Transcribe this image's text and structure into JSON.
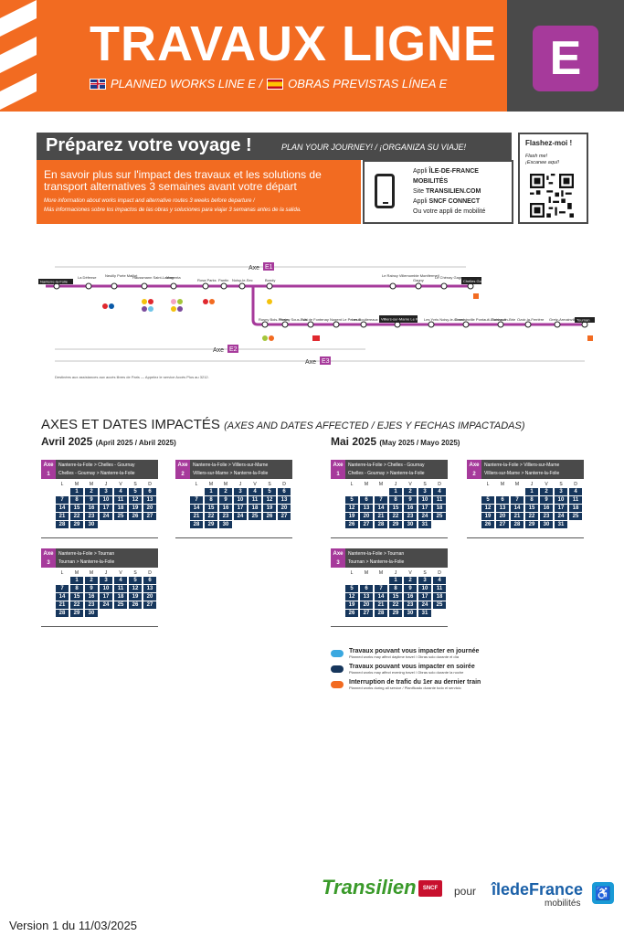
{
  "header": {
    "title": "TRAVAUX LIGNE",
    "line_letter": "E",
    "subtitle_en": "PLANNED WORKS LINE E /",
    "subtitle_es": "OBRAS PREVISTAS LÍNEA E",
    "accent": "#f26b21",
    "line_color": "#a63a9b"
  },
  "prepare": {
    "title": "Préparez votre voyage !",
    "subtitle": "PLAN YOUR JOURNEY! / ¡ORGANIZA SU VIAJE!",
    "text": "En savoir plus sur l'impact des travaux et les solutions de transport alternatives 3 semaines avant votre départ",
    "small_en": "More information about works impact and alternative routes 3 weeks before departure /",
    "small_es": "Más informaciones sobre los impactos de las obras y soluciones para viajar 3 semanas antes de la salida.",
    "apps": [
      {
        "prefix": "Appli",
        "name": "ÎLE-DE-FRANCE MOBILITÉS"
      },
      {
        "prefix": "Site",
        "name": "TRANSILIEN.COM"
      },
      {
        "prefix": "Appli",
        "name": "SNCF CONNECT"
      },
      {
        "prefix": "Ou votre appli de mobilité",
        "name": ""
      }
    ],
    "qr_title": "Flashez-moi !",
    "qr_sub1": "Flash me!",
    "qr_sub2": "¡Escanee aquí!"
  },
  "map": {
    "axe1": "Axe",
    "axe1_num": "E1",
    "axe2": "Axe",
    "axe2_num": "E2",
    "axe3": "Axe",
    "axe3_num": "E3",
    "stations_top": [
      "Nanterre-la-Folie",
      "La Défense",
      "Neuilly Porte Maillot",
      "Haussmann Saint-Lazare",
      "Magenta",
      "Rosa Parks",
      "Pantin",
      "Noisy-le-Sec",
      "Bondy",
      "Le Raincy Villemomble Montfermeil",
      "Gagny",
      "Le Chénay Gagny",
      "Chelles Gournay"
    ],
    "stations_bottom": [
      "Rosny Bois-Perrier",
      "Rosny Sous-Bois",
      "Val de Fontenay",
      "Nogent Le Perreux",
      "Les Boullereaux Champigny",
      "Villiers-sur-Marne Le Plessis-Trévise",
      "Les Yvris Noisy-le-Grand",
      "Emerainville Pontault-Combault",
      "Roissy-en-Brie",
      "Ozoir-la-Ferrière",
      "Gretz-Armainvilliers",
      "Tournan"
    ],
    "note": "Destinées aux assistances aux accès libres de Paris — Appelez le service Accès Plus au 3212."
  },
  "axes_section": {
    "title": "AXES ET DATES IMPACTÉS",
    "title_sub": "(AXES AND DATES AFFECTED / EJES Y FECHAS IMPACTADAS)"
  },
  "months": [
    {
      "label": "Avril 2025",
      "sub": "(April 2025 / Abril 2025)"
    },
    {
      "label": "Mai 2025",
      "sub": "(May 2025 / Mayo 2025)"
    }
  ],
  "weekdays": [
    "L",
    "M",
    "M",
    "J",
    "V",
    "S",
    "D"
  ],
  "calendars": [
    {
      "axe": "Axe",
      "num": "1",
      "route1": "Nanterre-la-Folie > Chelles - Gournay",
      "route2": "Chelles - Gournay > Nanterre-la-Folie",
      "lead": 1,
      "days": 30
    },
    {
      "axe": "Axe",
      "num": "2",
      "route1": "Nanterre-la-Folie > Villiers-sur-Marne",
      "route2": "Villiers-sur-Marne > Nanterre-la-Folie",
      "lead": 1,
      "days": 30
    },
    {
      "axe": "Axe",
      "num": "3",
      "route1": "Nanterre-la-Folie > Tournan",
      "route2": "Tournan > Nanterre-la-Folie",
      "lead": 1,
      "days": 30
    },
    {
      "axe": "Axe",
      "num": "1",
      "route1": "Nanterre-la-Folie > Chelles - Gournay",
      "route2": "Chelles - Gournay > Nanterre-la-Folie",
      "lead": 3,
      "days": 31
    },
    {
      "axe": "Axe",
      "num": "2",
      "route1": "Nanterre-la-Folie > Villiers-sur-Marne",
      "route2": "Villiers-sur-Marne > Nanterre-la-Folie",
      "lead": 3,
      "days": 31
    },
    {
      "axe": "Axe",
      "num": "3",
      "route1": "Nanterre-la-Folie > Tournan",
      "route2": "Tournan > Nanterre-la-Folie",
      "lead": 3,
      "days": 31
    }
  ],
  "legend": [
    {
      "color": "#3aa8e0",
      "title": "Travaux pouvant vous impacter en journée",
      "sub": "Planned works may affect daytime travel / Obras solo durante el día"
    },
    {
      "color": "#16365c",
      "title": "Travaux pouvant vous impacter en soirée",
      "sub": "Planned works may affect evening travel / Obras solo durante la noche"
    },
    {
      "color": "#f26b21",
      "title": "Interruption de trafic du 1er au dernier train",
      "sub": "Planned works during all service / Planificado durante todo el servicio"
    }
  ],
  "footer": {
    "version": "Version 1 du 11/03/2025",
    "transilien": "Transilien",
    "sncf": "SNCF",
    "pour": "pour",
    "idf": "îledeFrance",
    "idf_sub": "mobilités"
  }
}
